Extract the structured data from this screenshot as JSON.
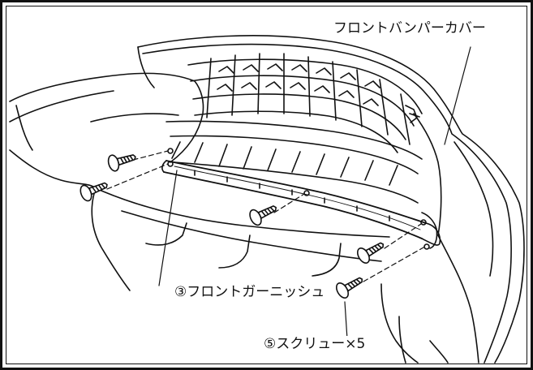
{
  "labels": {
    "front_bumper_cover": "フロントバンパーカバー",
    "front_garnish": "③フロントガーニッシュ",
    "screw": "⑤スクリュー×5"
  },
  "colors": {
    "line": "#111111",
    "fill": "#ffffff"
  },
  "icons": [
    "screw-icon"
  ]
}
